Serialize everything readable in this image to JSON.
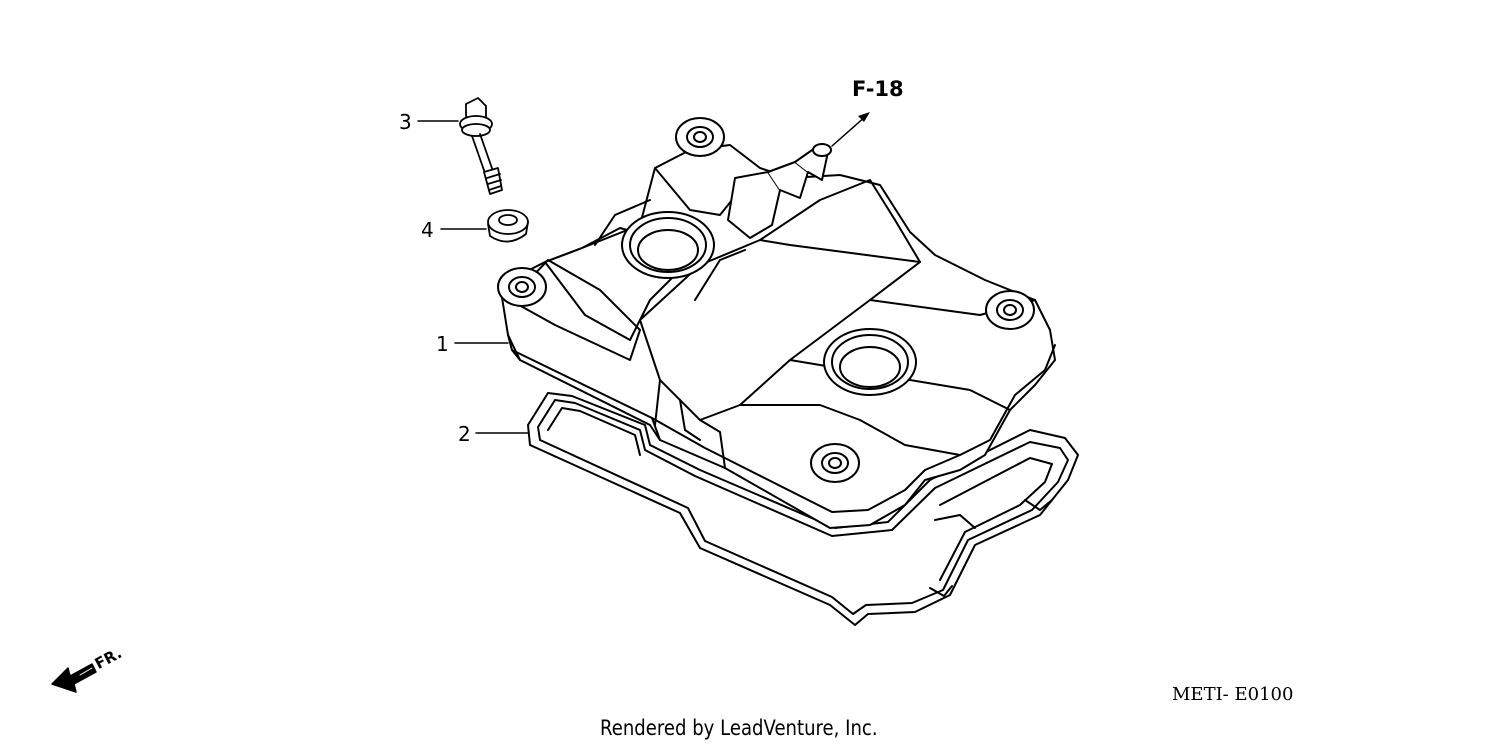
{
  "callouts": {
    "part_1": "1",
    "part_2": "2",
    "part_3": "3",
    "part_4": "4"
  },
  "reference_label": "F-18",
  "front_label": "FR.",
  "diagram_code": "METI- E0100",
  "credit": "Rendered by LeadVenture, Inc."
}
